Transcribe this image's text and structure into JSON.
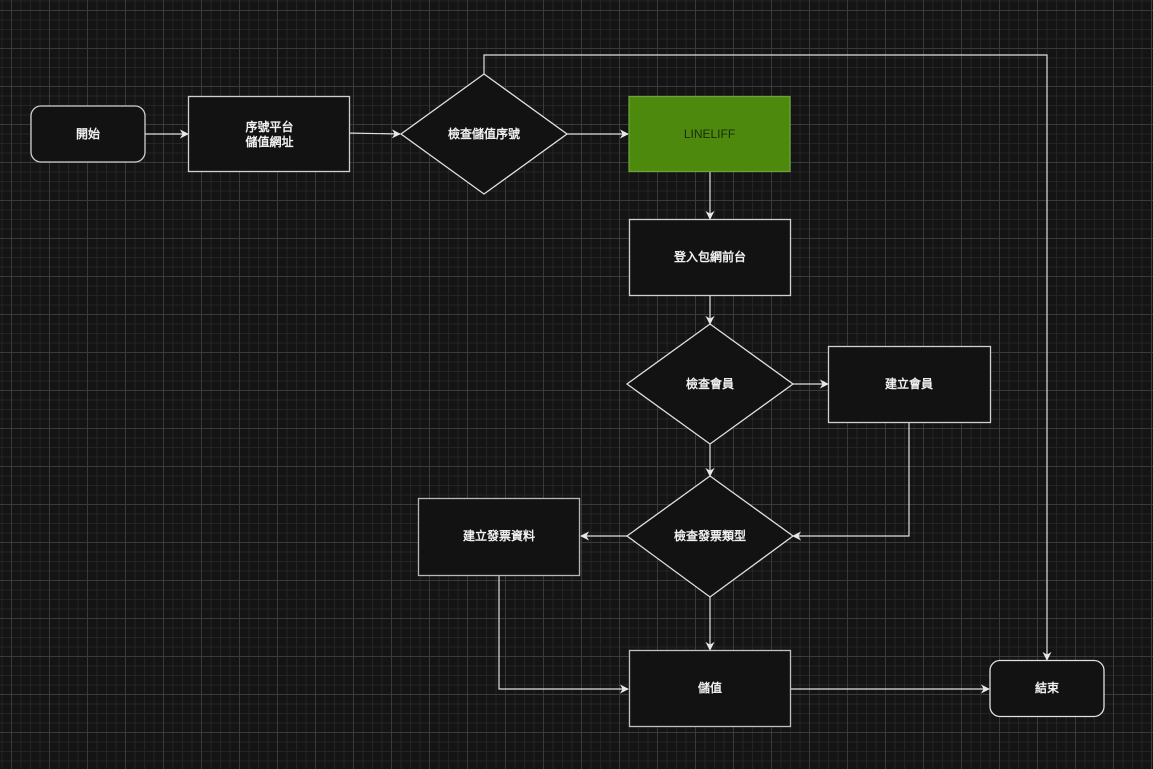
{
  "colors": {
    "background": "#141414",
    "node_fill": "#121212",
    "node_stroke": "#d0d0d0",
    "edge": "#e0e0e0",
    "highlight_fill": "#4d890d",
    "highlight_stroke": "#6ea23c"
  },
  "nodes": {
    "start": {
      "label": "開始",
      "shape": "terminal"
    },
    "serial_platform": {
      "label": "序號平台\n儲值網址",
      "shape": "process"
    },
    "check_serial": {
      "label": "檢查儲值序號",
      "shape": "decision"
    },
    "lineliff": {
      "label": "LINELIFF",
      "shape": "process",
      "highlighted": true
    },
    "login_frontend": {
      "label": "登入包網前台",
      "shape": "process"
    },
    "check_member": {
      "label": "檢查會員",
      "shape": "decision"
    },
    "create_member": {
      "label": "建立會員",
      "shape": "process"
    },
    "check_invoice_type": {
      "label": "檢查發票類型",
      "shape": "decision"
    },
    "create_invoice_data": {
      "label": "建立發票資料",
      "shape": "process"
    },
    "top_up": {
      "label": "儲值",
      "shape": "process"
    },
    "end": {
      "label": "結束",
      "shape": "terminal"
    }
  },
  "edges": [
    {
      "from": "start",
      "to": "serial_platform"
    },
    {
      "from": "serial_platform",
      "to": "check_serial"
    },
    {
      "from": "check_serial",
      "to": "lineliff"
    },
    {
      "from": "check_serial",
      "to": "end"
    },
    {
      "from": "lineliff",
      "to": "login_frontend"
    },
    {
      "from": "login_frontend",
      "to": "check_member"
    },
    {
      "from": "check_member",
      "to": "create_member"
    },
    {
      "from": "check_member",
      "to": "check_invoice_type"
    },
    {
      "from": "create_member",
      "to": "check_invoice_type"
    },
    {
      "from": "check_invoice_type",
      "to": "create_invoice_data"
    },
    {
      "from": "check_invoice_type",
      "to": "top_up"
    },
    {
      "from": "create_invoice_data",
      "to": "top_up"
    },
    {
      "from": "top_up",
      "to": "end"
    }
  ]
}
